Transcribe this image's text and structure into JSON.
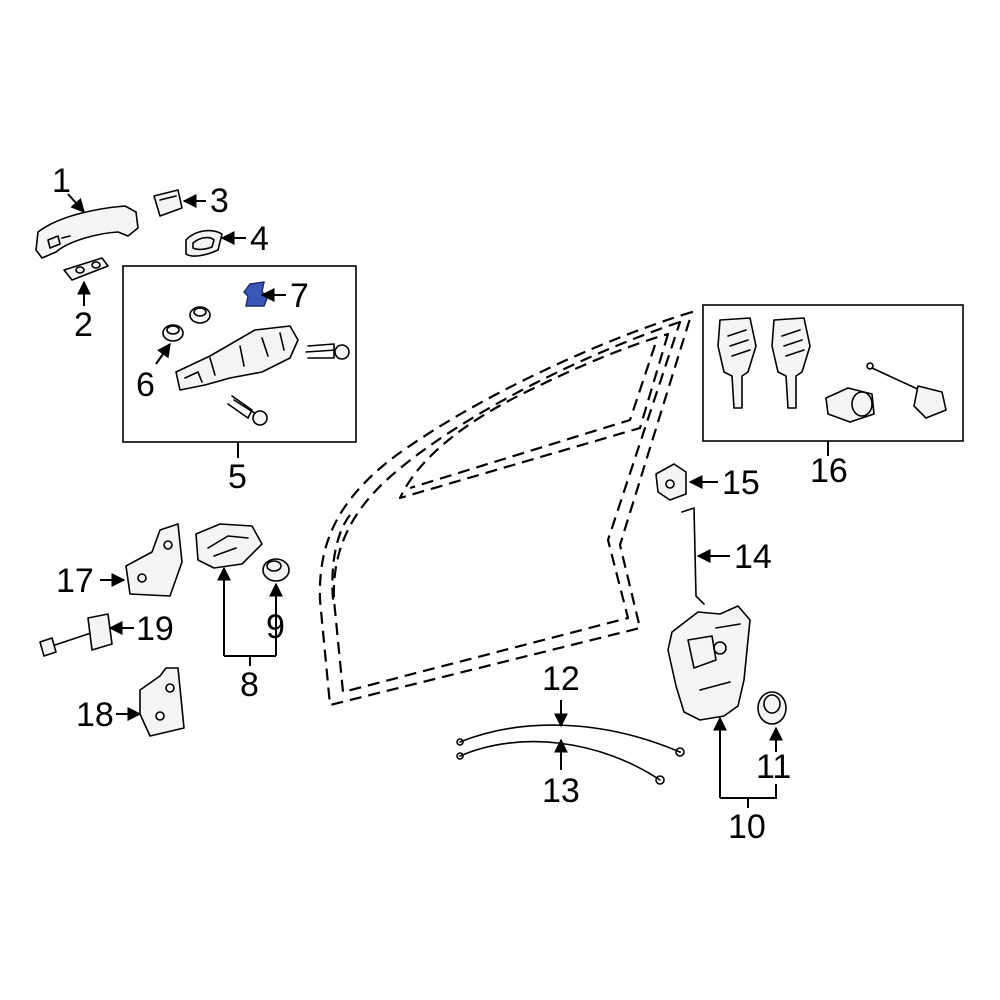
{
  "diagram": {
    "highlight_color": "#3a57b8",
    "callouts": {
      "c1": "1",
      "c2": "2",
      "c3": "3",
      "c4": "4",
      "c5": "5",
      "c6": "6",
      "c7": "7",
      "c8": "8",
      "c9": "9",
      "c10": "10",
      "c11": "11",
      "c12": "12",
      "c13": "13",
      "c14": "14",
      "c15": "15",
      "c16": "16",
      "c17": "17",
      "c18": "18",
      "c19": "19"
    },
    "highlighted_part": "7"
  }
}
